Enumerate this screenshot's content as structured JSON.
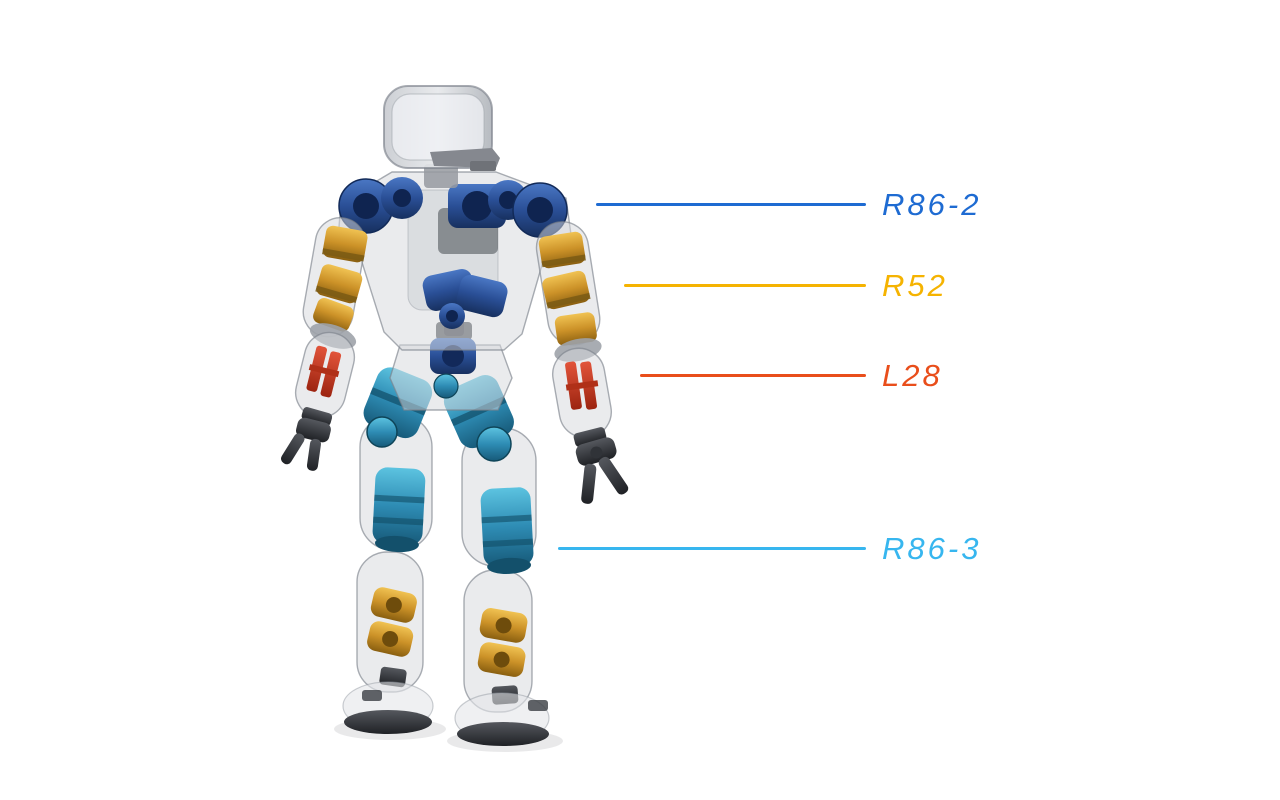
{
  "page": {
    "background_color": "#ffffff"
  },
  "figure": {
    "type": "annotated-illustration",
    "subject": "humanoid robot rear view with internal actuators visible"
  },
  "palette": {
    "shoulder_waist_actuator_blue": "#2a4f96",
    "arm_actuator_gold": "#cc9228",
    "forearm_actuator_red": "#c03018",
    "hip_knee_actuator_teal": "#2e8cb4",
    "body_shell_gray": "#d6d9dd"
  },
  "annotations": [
    {
      "label": "R86-2",
      "color": "#1e6bd2"
    },
    {
      "label": "R52",
      "color": "#f5b301"
    },
    {
      "label": "L28",
      "color": "#e94e1b"
    },
    {
      "label": "R86-3",
      "color": "#37b6ef"
    }
  ]
}
